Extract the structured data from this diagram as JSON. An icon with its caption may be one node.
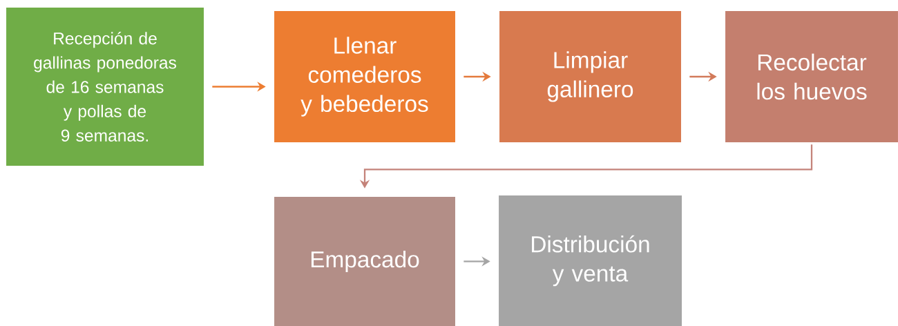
{
  "diagram": {
    "nodes": [
      {
        "text": [
          "Recepción de gallinas ponedoras de 16 semanas y pollas de 9 semanas."
        ]
      },
      {
        "text": [
          "Llenar comederos y bebederos"
        ]
      },
      {
        "text": [
          "Limpiar gallinero"
        ]
      },
      {
        "text": [
          "Recolectar los huevos"
        ]
      },
      {
        "text": [
          "Empacado"
        ]
      },
      {
        "text": [
          "Distribución y venta"
        ]
      }
    ],
    "edges": [
      {
        "from": 0,
        "to": 1,
        "arrow": "to",
        "color": "#ed7d31"
      },
      {
        "from": 1,
        "to": 2,
        "arrow": "to",
        "color": "#e47a3c"
      },
      {
        "from": 2,
        "to": 3,
        "arrow": "to",
        "color": "#d27a5a"
      },
      {
        "from": 3,
        "to": 4,
        "arrow": "to",
        "color": "#c4837a"
      },
      {
        "from": 4,
        "to": 5,
        "arrow": "to",
        "color": "#a5a5a5"
      }
    ]
  }
}
